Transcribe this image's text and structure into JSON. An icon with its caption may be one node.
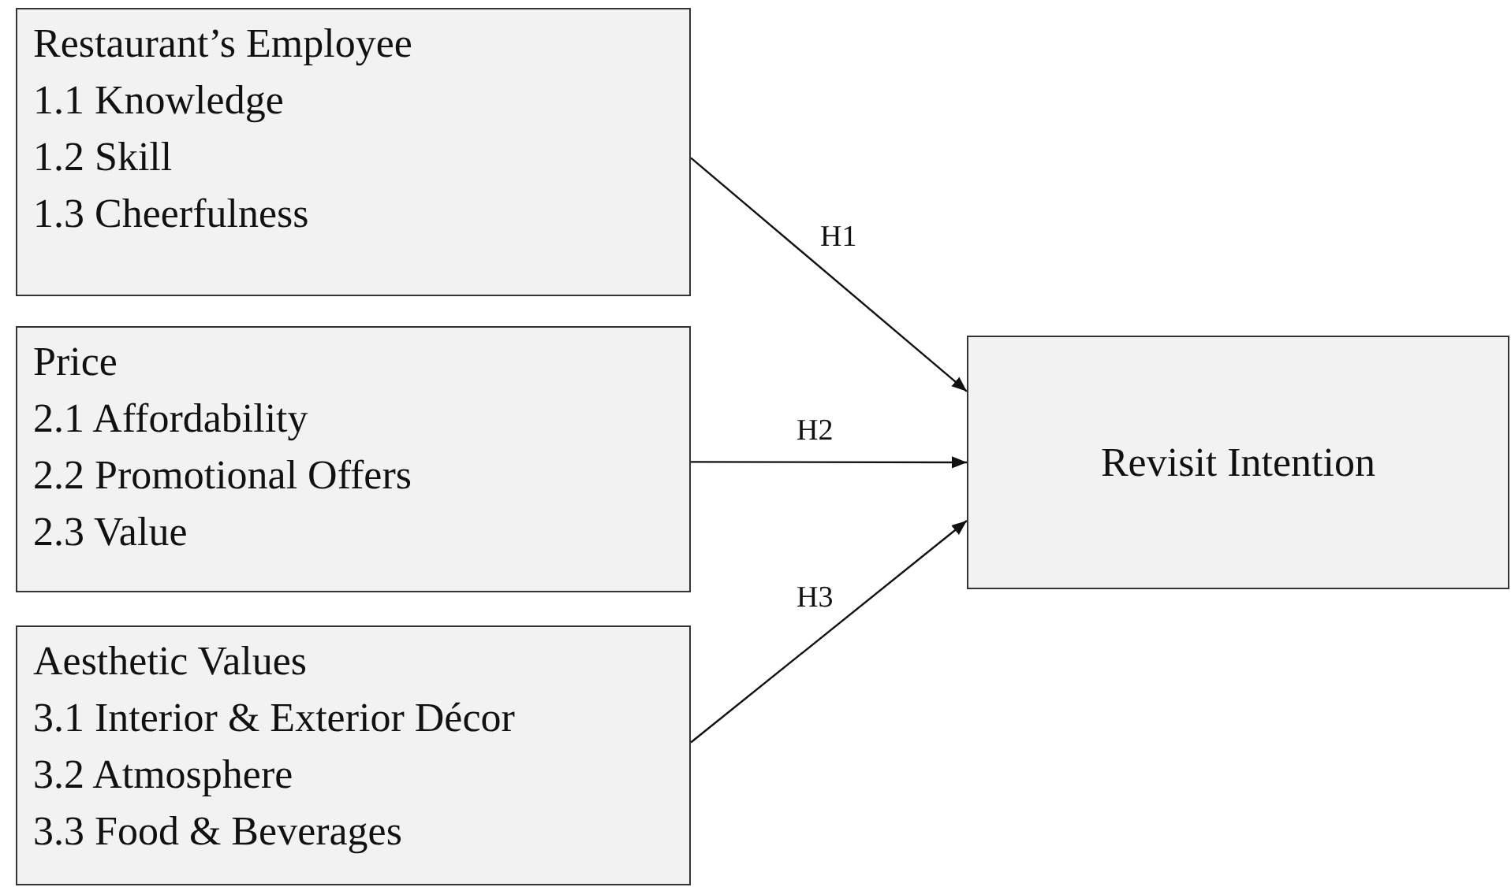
{
  "diagram": {
    "nodes": [
      {
        "text": [
          "Restaurant’s Employee",
          "1.1 Knowledge",
          "1.2 Skill",
          "1.3 Cheerfulness"
        ]
      },
      {
        "text": [
          "Price",
          "2.1 Affordability",
          "2.2 Promotional Offers",
          "2.3 Value"
        ]
      },
      {
        "text": [
          "Aesthetic Values",
          "3.1 Interior & Exterior Décor",
          "3.2 Atmosphere",
          "3.3 Food & Beverages"
        ]
      },
      {
        "text": [
          "Revisit Intention"
        ]
      }
    ],
    "edges": [
      {
        "from": 0,
        "to": 3,
        "arrow": "to",
        "label": "H1"
      },
      {
        "from": 1,
        "to": 3,
        "arrow": "to",
        "label": "H2"
      },
      {
        "from": 2,
        "to": 3,
        "arrow": "to",
        "label": "H3"
      }
    ]
  }
}
